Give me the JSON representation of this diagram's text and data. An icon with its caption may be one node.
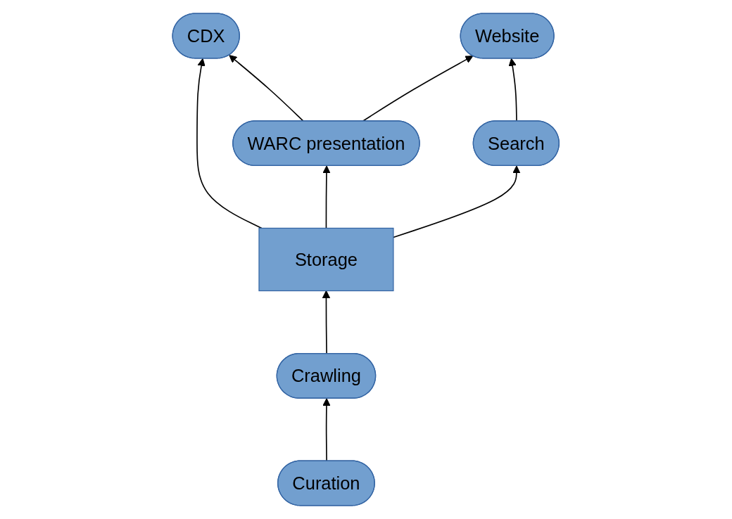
{
  "diagram": {
    "nodes": [
      {
        "text": [
          "Curation"
        ]
      },
      {
        "text": [
          "Website"
        ]
      },
      {
        "text": [
          "Crawling"
        ]
      },
      {
        "text": [
          "WARC presentation"
        ]
      },
      {
        "text": [
          "CDX"
        ]
      },
      {
        "text": [
          "Search"
        ]
      },
      {
        "text": [
          "Storage"
        ]
      }
    ],
    "edges": [
      {
        "from": 0,
        "to": 2,
        "arrow": "to"
      },
      {
        "from": 2,
        "to": 6,
        "arrow": "to"
      },
      {
        "from": 6,
        "to": 4,
        "arrow": "to"
      },
      {
        "from": 6,
        "to": 3,
        "arrow": "to"
      },
      {
        "from": 6,
        "to": 5,
        "arrow": "to"
      },
      {
        "from": 3,
        "to": 4,
        "arrow": "to"
      },
      {
        "from": 3,
        "to": 1,
        "arrow": "to"
      },
      {
        "from": 5,
        "to": 1,
        "arrow": "to"
      }
    ]
  }
}
